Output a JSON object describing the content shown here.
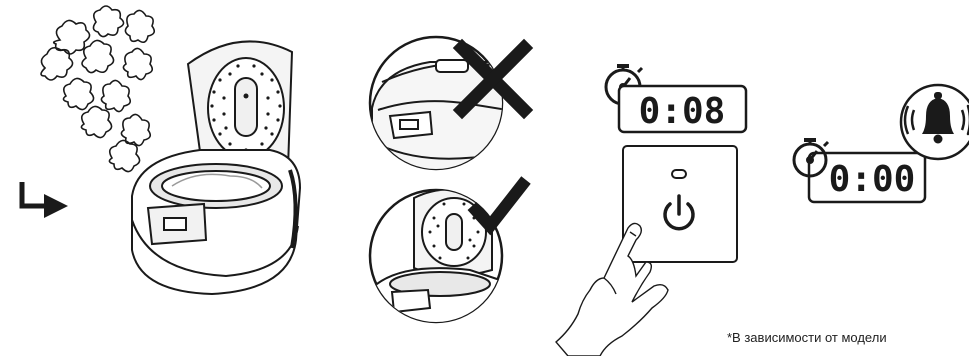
{
  "panel_timer_running": {
    "display": "0:08"
  },
  "panel_timer_done": {
    "display": "0:00"
  },
  "footnote": "*В зависимости от модели",
  "colors": {
    "ink": "#1a1a1a",
    "panel_fill": "#ffffff",
    "cooker_shade": "#e8e8e8",
    "steam": "#ececec"
  },
  "icons": [
    "steam-icon",
    "arrow-icon",
    "cross-icon",
    "check-icon",
    "stopwatch-icon",
    "power-icon",
    "bell-icon",
    "finger-icon"
  ]
}
